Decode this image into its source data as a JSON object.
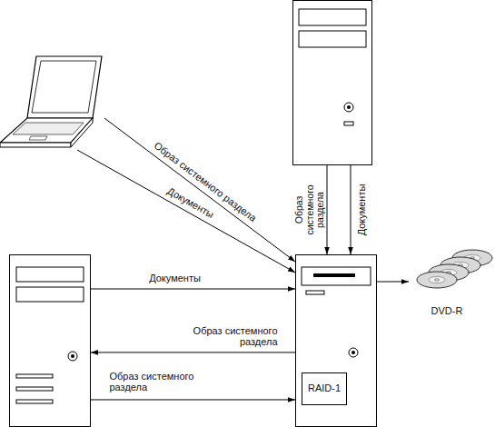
{
  "diagram": {
    "nodes": [
      {
        "text": []
      },
      {
        "text": []
      },
      {
        "text": []
      },
      {
        "text": []
      },
      {
        "text": [
          "RAID-1"
        ],
        "in": 3
      },
      {
        "text": [
          "DVD-R"
        ]
      }
    ],
    "edges": [
      {
        "from": 0,
        "to": 3,
        "label": "Образ системного раздела",
        "arrow": "to"
      },
      {
        "from": 0,
        "to": 3,
        "label": "Документы",
        "arrow": "to"
      },
      {
        "from": 1,
        "to": 3,
        "label": "Образ системного раздела",
        "arrow": "to"
      },
      {
        "from": 1,
        "to": 3,
        "label": "Документы",
        "arrow": "to"
      },
      {
        "from": 2,
        "to": 3,
        "label": "Документы",
        "arrow": "to"
      },
      {
        "from": 3,
        "to": 2,
        "label": "Образ системного раздела",
        "arrow": "to"
      },
      {
        "from": 2,
        "to": 3,
        "label": "Образ системного раздела",
        "arrow": "to"
      },
      {
        "from": 3,
        "to": 5,
        "arrow": "to"
      }
    ]
  }
}
